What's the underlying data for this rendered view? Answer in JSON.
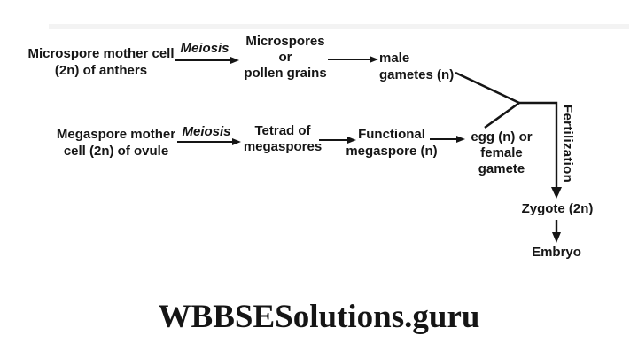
{
  "diagram": {
    "top_row": {
      "microspore_mother_cell": "Microspore mother cell\n(2n) of anthers",
      "meiosis_label": "Meiosis",
      "microspores": "Microspores\nor\npollen grains",
      "male_gametes": "male\ngametes (n)"
    },
    "bottom_row": {
      "megaspore_mother_cell": "Megaspore mother\ncell (2n) of ovule",
      "meiosis_label": "Meiosis",
      "tetrad": "Tetrad of\nmegaspores",
      "functional_megaspore": "Functional\nmegaspore (n)",
      "egg": "egg (n) or\nfemale\ngamete"
    },
    "convergence": {
      "fertilization_label": "Fertilization",
      "zygote": "Zygote (2n)",
      "embryo": "Embryo"
    }
  },
  "watermark": "WBBSESolutions.guru",
  "colors": {
    "ink": "#151515",
    "background": "#ffffff"
  }
}
